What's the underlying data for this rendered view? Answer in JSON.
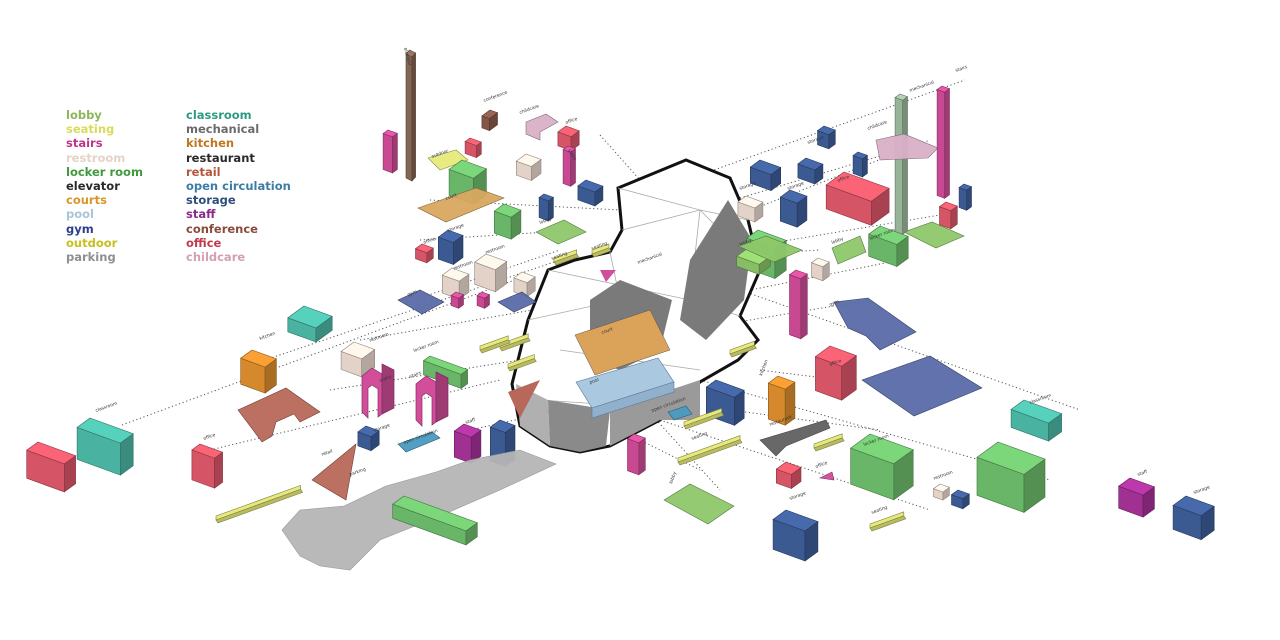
{
  "legend": {
    "left": [
      {
        "label": "lobby",
        "color": "#8db65a"
      },
      {
        "label": "seating",
        "color": "#d9dc5a"
      },
      {
        "label": "stairs",
        "color": "#c2348a"
      },
      {
        "label": "restroom",
        "color": "#e5d3c8"
      },
      {
        "label": "locker room",
        "color": "#3e9a3c"
      },
      {
        "label": "elevator",
        "color": "#2a2a2a"
      },
      {
        "label": "courts",
        "color": "#d9972b"
      },
      {
        "label": "pool",
        "color": "#a8c4d8"
      },
      {
        "label": "gym",
        "color": "#2c3f8c"
      },
      {
        "label": "outdoor",
        "color": "#c7bf1e"
      },
      {
        "label": "parking",
        "color": "#8f8f8f"
      }
    ],
    "right": [
      {
        "label": "classroom",
        "color": "#2e9a84"
      },
      {
        "label": "mechanical",
        "color": "#6b6b6b"
      },
      {
        "label": "kitchen",
        "color": "#c07720"
      },
      {
        "label": "restaurant",
        "color": "#2a2a2a"
      },
      {
        "label": "retail",
        "color": "#b5573e"
      },
      {
        "label": "open circulation",
        "color": "#3c7ea3"
      },
      {
        "label": "storage",
        "color": "#2c4e7c"
      },
      {
        "label": "staff",
        "color": "#8a2a8a"
      },
      {
        "label": "conference",
        "color": "#8a4a3c"
      },
      {
        "label": "office",
        "color": "#c23a4c"
      },
      {
        "label": "childcare",
        "color": "#d3a0b4"
      }
    ]
  },
  "colors": {
    "lobby": "#8ec86a",
    "seating": "#e6ea7a",
    "stairs": "#d24d9a",
    "restroom": "#eeddd3",
    "locker": "#6fc06d",
    "elevator": "#8a6a58",
    "courts": "#dba35a",
    "pool": "#aac8e0",
    "gym": "#5a6aa8",
    "outdoor": "#c7bf1e",
    "parking": "#b5b5b5",
    "classroom": "#4dbba8",
    "kitchen": "#e0902e",
    "retail": "#b8685a",
    "open": "#4a9ac0",
    "storage": "#3f5f9a",
    "staff": "#a8329a",
    "conference": "#8a5a4c",
    "office": "#e0586a",
    "childcare": "#d9b0c6",
    "core": "#7a7a7a",
    "tan": "#d9a860"
  },
  "tags": {
    "elevator": "elevator",
    "conference": "conference",
    "childcare": "childcare",
    "office": "office",
    "stairs": "stairs",
    "outdoor": "outdoor",
    "court": "court",
    "storage": "storage",
    "restroom": "restroom",
    "gym": "gym",
    "lobby": "lobby",
    "seating": "seating",
    "mechanical": "mechanical",
    "locker_room": "locker room",
    "kitchen": "kitchen",
    "classroom": "classroom",
    "retail": "retail",
    "parking": "parking",
    "staff": "staff",
    "pool": "pool",
    "restaurant": "restaurant",
    "open_circulation": "open circulation"
  }
}
